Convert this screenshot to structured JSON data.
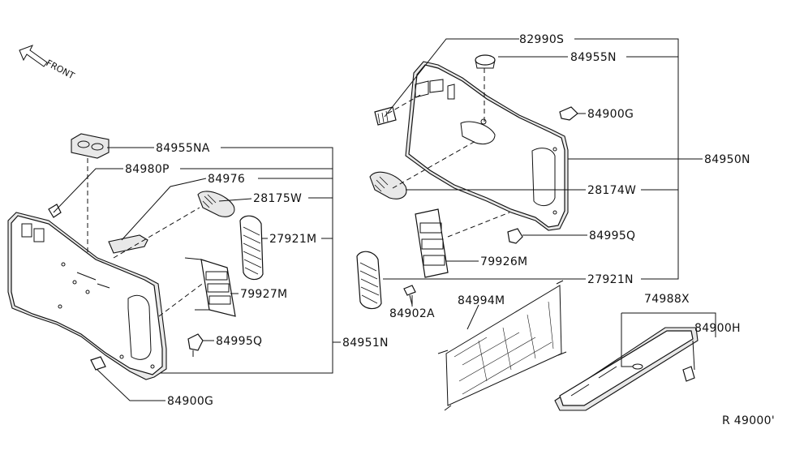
{
  "orientation": {
    "label": "FRONT"
  },
  "callouts": {
    "p82990S": "82990S",
    "p84955N": "84955N",
    "p84900G_top": "84900G",
    "p84950N": "84950N",
    "p28174W": "28174W",
    "p84995Q_right": "84995Q",
    "p79926M": "79926M",
    "p27921N": "27921N",
    "p84902A": "84902A",
    "p84994M": "84994M",
    "p74988X": "74988X",
    "p84900H": "84900H",
    "p84955NA": "84955NA",
    "p84980P": "84980P",
    "p84976": "84976",
    "p28175W": "28175W",
    "p27921M": "27921M",
    "p79927M": "79927M",
    "p84995Q_left": "84995Q",
    "p84951N": "84951N",
    "p84900G_bottom": "84900G"
  },
  "diagram_code": "R 49000'"
}
